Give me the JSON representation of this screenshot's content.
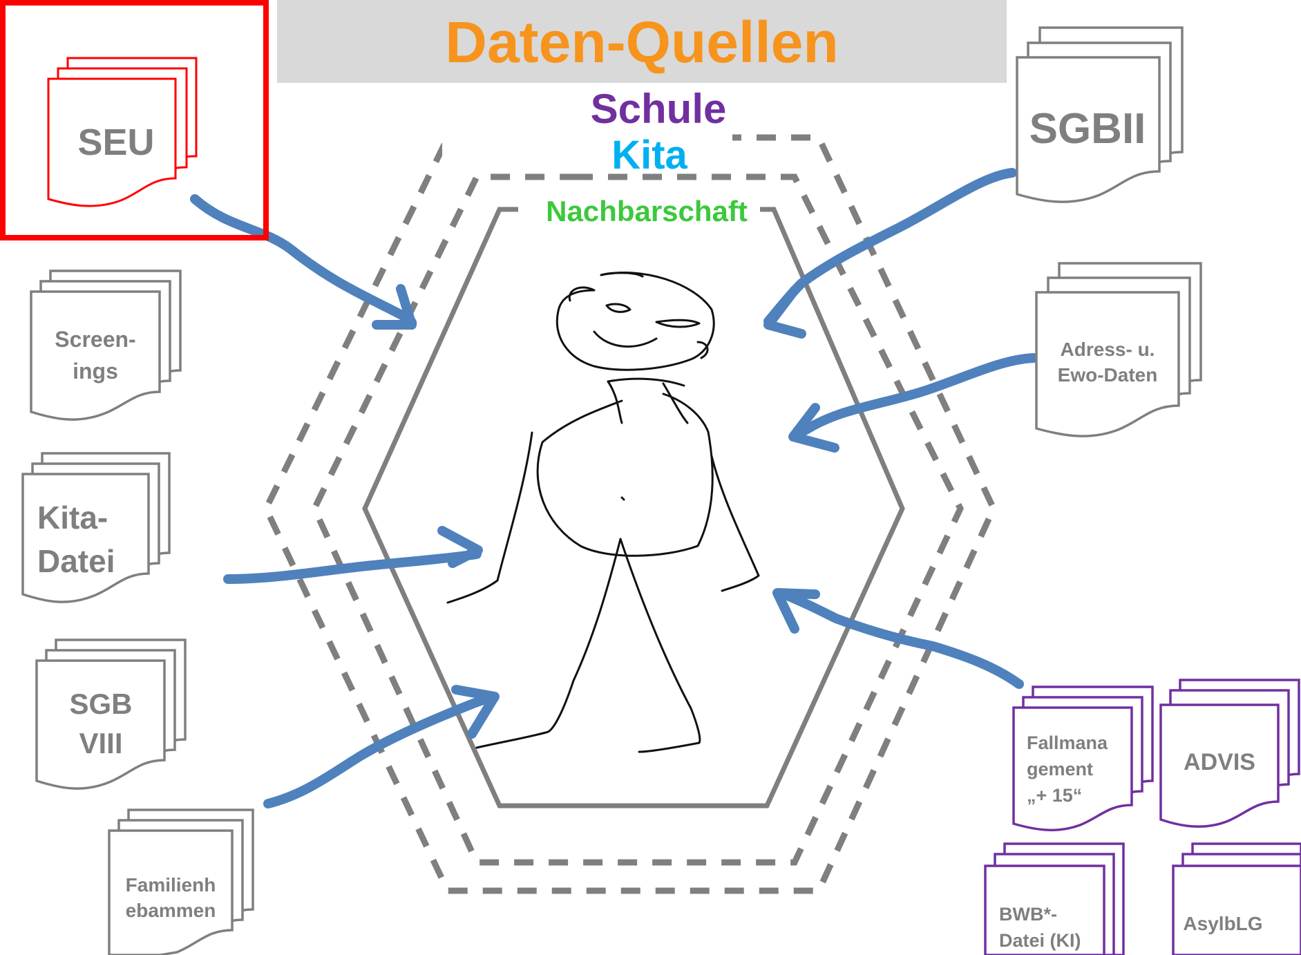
{
  "title": "Daten-Quellen",
  "rings": {
    "outer": "Schule",
    "middle": "Kita",
    "inner": "Nachbarschaft"
  },
  "colors": {
    "title": "#f7941d",
    "schule": "#7030a0",
    "kita": "#00b0f0",
    "nachbarschaft": "#3cc83c",
    "arrow": "#4f81bd",
    "doc_gray": "#7f7f7f",
    "doc_purple": "#7030a0",
    "highlight": "#ff0000"
  },
  "sources": {
    "seu": "SEU",
    "screenings": [
      "Screen-",
      "ings"
    ],
    "kita_datei": [
      "Kita-",
      "Datei"
    ],
    "sgb_viii": [
      "SGB",
      "VIII"
    ],
    "familienhebammen": [
      "Familienh",
      "ebammen"
    ],
    "sgbii": "SGBII",
    "adress": [
      "Adress- u.",
      "Ewo-Daten"
    ],
    "fallmanagement": [
      "Fallmana",
      "gement",
      "„+ 15“"
    ],
    "advis": "ADVIS",
    "bwb": [
      "BWB*-",
      "Datei (KI)"
    ],
    "asylblg": "AsylbLG"
  }
}
